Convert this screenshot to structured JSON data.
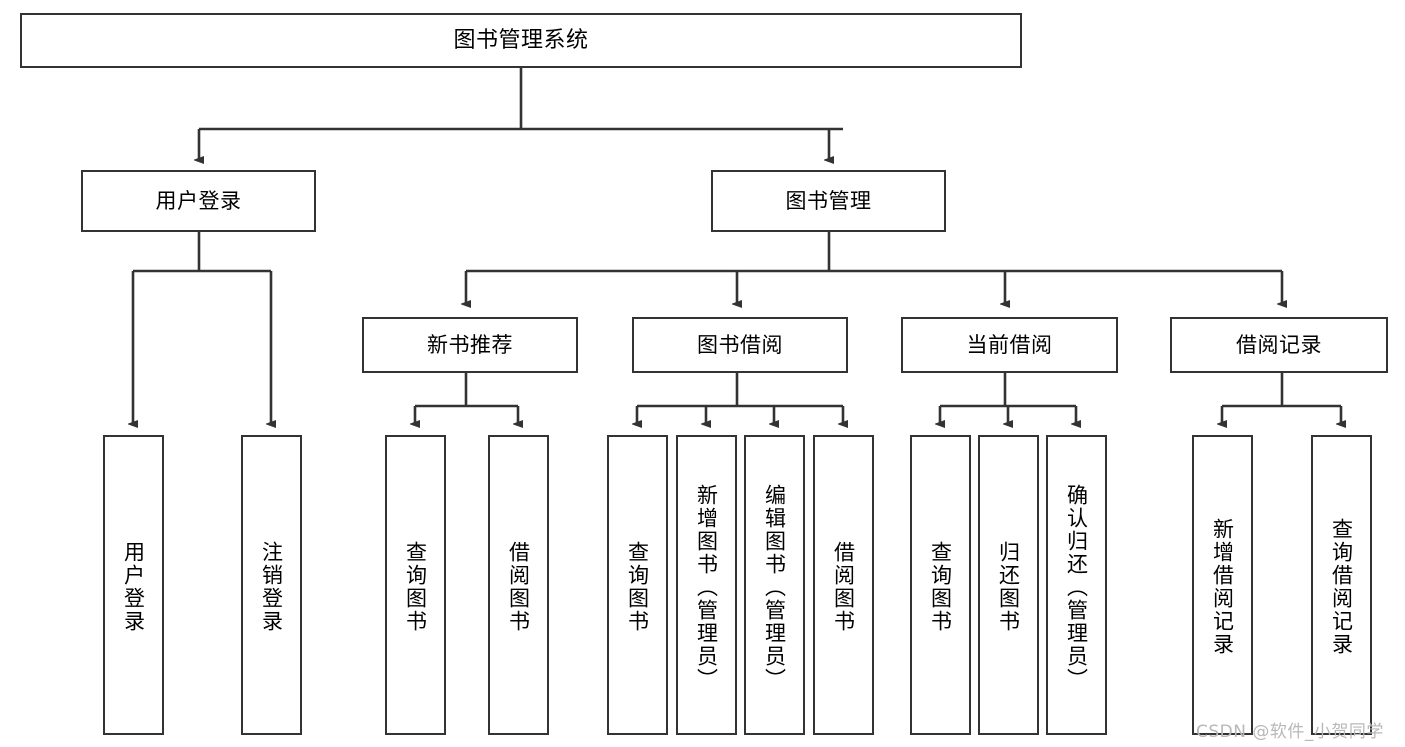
{
  "diagram": {
    "type": "tree-hierarchy-chart",
    "title": "图书管理系统",
    "line_color": "#333333",
    "box_fill": "#ffffff",
    "text_color": "#000000"
  },
  "watermark": {
    "text": "CSDN @软件_小贺同学",
    "color": "#b8b8b8"
  },
  "nodes": {
    "root": {
      "label": "图书管理系统"
    },
    "level2": [
      {
        "label": "用户登录"
      },
      {
        "label": "图书管理"
      }
    ],
    "level3": [
      {
        "label": "新书推荐"
      },
      {
        "label": "图书借阅"
      },
      {
        "label": "当前借阅"
      },
      {
        "label": "借阅记录"
      }
    ],
    "leaves_user_login": [
      {
        "label": "用户登录"
      },
      {
        "label": "注销登录"
      }
    ],
    "leaves_new_book": [
      {
        "label": "查询图书"
      },
      {
        "label": "借阅图书"
      }
    ],
    "leaves_borrow": [
      {
        "label": "查询图书"
      },
      {
        "label": "新增图书（管理员）"
      },
      {
        "label": "编辑图书（管理员）"
      },
      {
        "label": "借阅图书"
      }
    ],
    "leaves_current": [
      {
        "label": "查询图书"
      },
      {
        "label": "归还图书"
      },
      {
        "label": "确认归还（管理员）"
      }
    ],
    "leaves_records": [
      {
        "label": "新增借阅记录"
      },
      {
        "label": "查询借阅记录"
      }
    ]
  }
}
